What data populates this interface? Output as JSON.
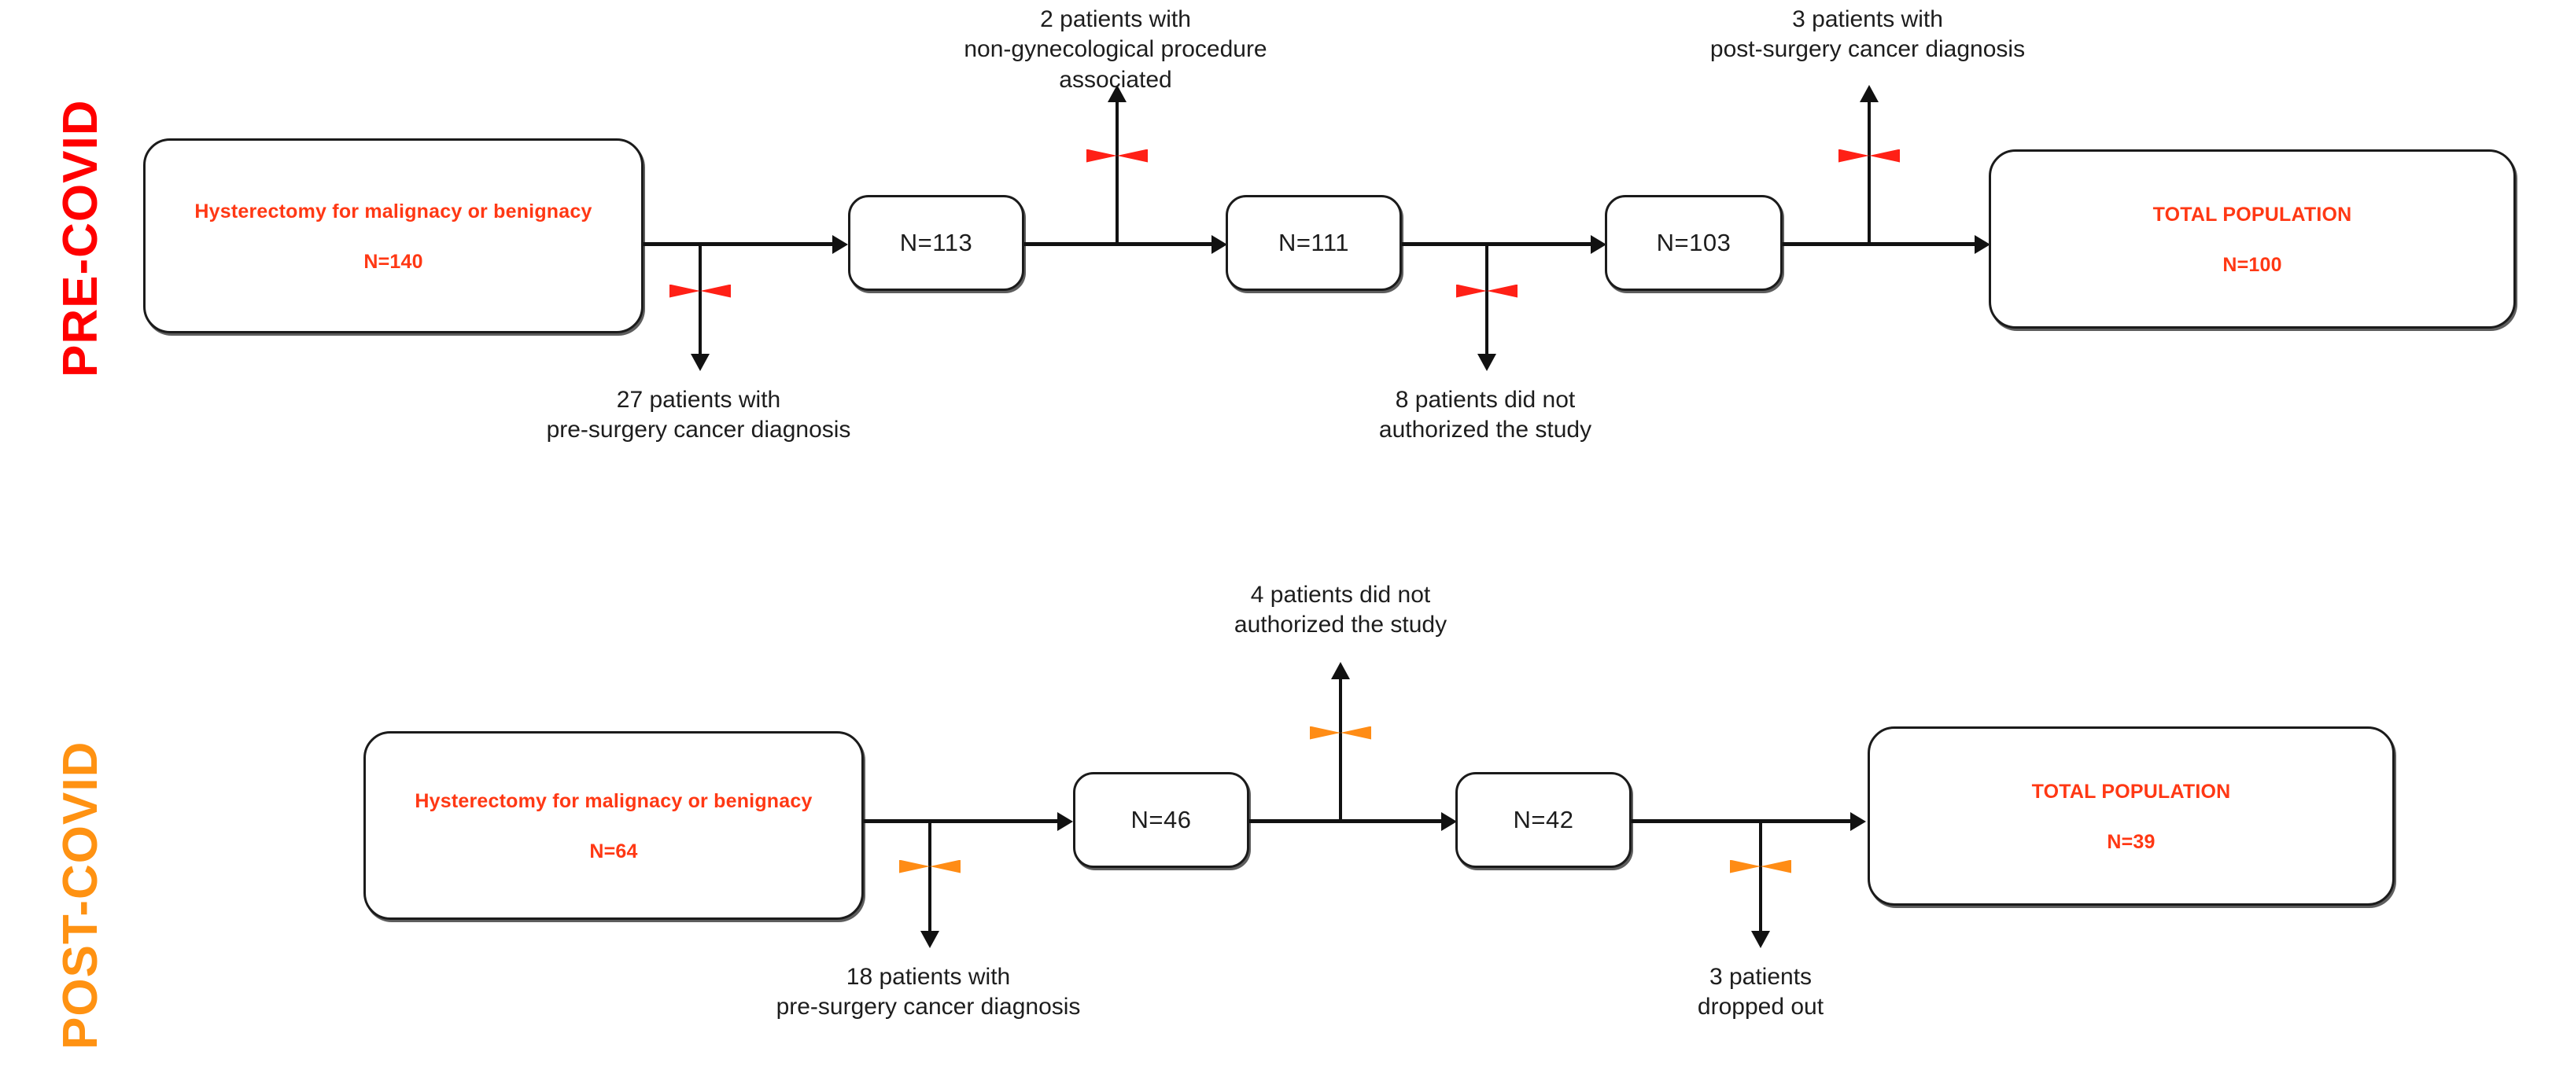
{
  "figure": {
    "type": "patient-flow-diagram",
    "colors": {
      "pre_covid_label": "#FF0000",
      "post_covid_label": "#FF9212",
      "box_text": "#FF3814",
      "caption_text": "#1D1D1D",
      "x_mark_pre": "#FF2016",
      "x_mark_post": "#FF8C15",
      "box_border": "#1B1B1B"
    }
  },
  "rows": [
    {
      "id": "pre-covid",
      "label": "PRE-COVID",
      "start_box": {
        "title": "Hysterectomy for malignacy\nor benignacy",
        "count": "N=140"
      },
      "steps": [
        {
          "count": "N=113"
        },
        {
          "count": "N=111"
        },
        {
          "count": "N=103"
        }
      ],
      "final_box": {
        "title": "TOTAL POPULATION",
        "count": "N=100"
      },
      "exclusions": [
        {
          "position": "below",
          "text": "27 patients with\npre-surgery cancer diagnosis"
        },
        {
          "position": "above",
          "text": "2 patients with\nnon-gynecological procedure\nassociated"
        },
        {
          "position": "below",
          "text": "8 patients did not\nauthorized the study"
        },
        {
          "position": "above",
          "text": "3 patients with\npost-surgery cancer diagnosis"
        }
      ]
    },
    {
      "id": "post-covid",
      "label": "POST-COVID",
      "start_box": {
        "title": "Hysterectomy for malignacy\nor benignacy",
        "count": "N=64"
      },
      "steps": [
        {
          "count": "N=46"
        },
        {
          "count": "N=42"
        }
      ],
      "final_box": {
        "title": "TOTAL POPULATION",
        "count": "N=39"
      },
      "exclusions": [
        {
          "position": "below",
          "text": "18 patients with\npre-surgery cancer diagnosis"
        },
        {
          "position": "above",
          "text": "4 patients did not\nauthorized the study"
        },
        {
          "position": "below",
          "text": "3 patients\ndropped out"
        }
      ]
    }
  ]
}
